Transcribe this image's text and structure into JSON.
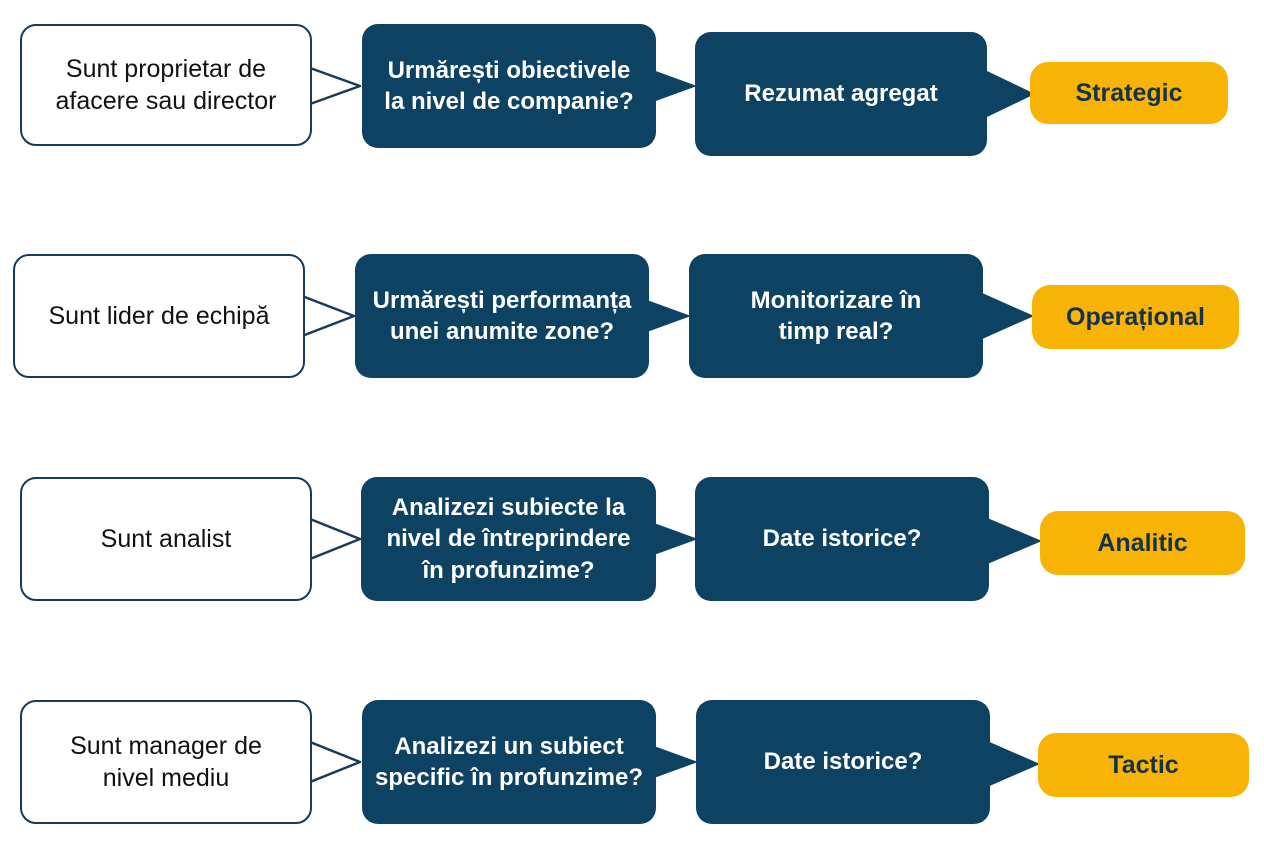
{
  "rows": [
    {
      "role": "Sunt proprietar de\nafacere sau director",
      "question": "Urmărești obiectivele\nla nivel de companie?",
      "data": "Rezumat agregat",
      "type": "Strategic"
    },
    {
      "role": "Sunt lider de echipă",
      "question": "Urmărești performanța\nunei anumite zone?",
      "data": "Monitorizare în\ntimp real?",
      "type": "Operațional"
    },
    {
      "role": "Sunt analist",
      "question": "Analizezi subiecte la\nnivel de întreprindere\nîn profunzime?",
      "data": "Date istorice?",
      "type": "Analitic"
    },
    {
      "role": "Sunt manager de\nnivel mediu",
      "question": "Analizezi un subiect\nspecific în profunzime?",
      "data": "Date istorice?",
      "type": "Tactic"
    }
  ],
  "colors": {
    "role_border": "#183a5a",
    "question_fill": "#0e4262",
    "result_fill": "#f8b406"
  }
}
